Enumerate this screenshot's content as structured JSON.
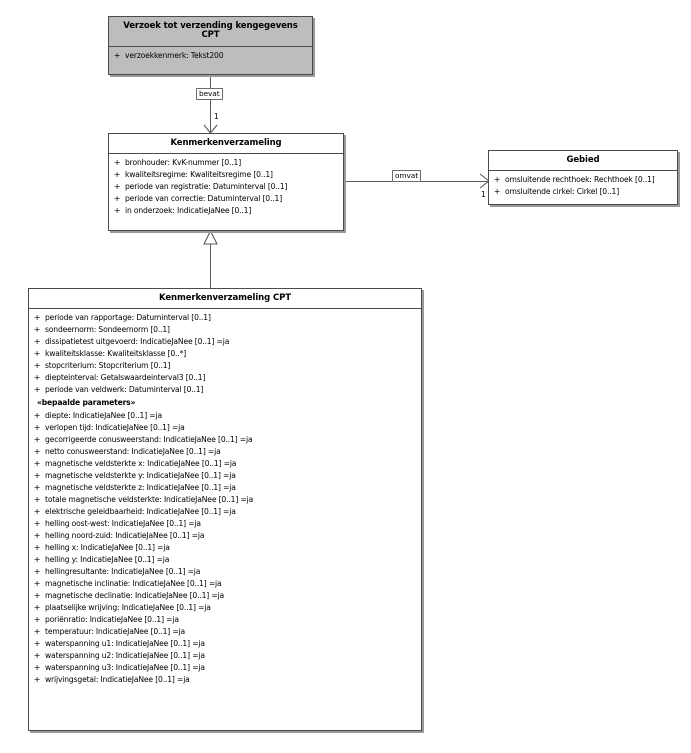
{
  "diagram": {
    "type": "uml-class-diagram",
    "classes": [
      {
        "id": "verzoek",
        "name": "Verzoek tot verzending kengegevens CPT",
        "shaded": true,
        "attributes": [
          {
            "visibility": "+",
            "text": "verzoekkenmerk: Tekst200"
          }
        ]
      },
      {
        "id": "kenmerkenverzameling",
        "name": "Kenmerkenverzameling",
        "shaded": false,
        "attributes": [
          {
            "visibility": "+",
            "text": "bronhouder: KvK-nummer [0..1]"
          },
          {
            "visibility": "+",
            "text": "kwaliteitsregime: Kwaliteitsregime [0..1]"
          },
          {
            "visibility": "+",
            "text": "periode van registratie: Datuminterval [0..1]"
          },
          {
            "visibility": "+",
            "text": "periode van correctie: Datuminterval [0..1]"
          },
          {
            "visibility": "+",
            "text": "in onderzoek: IndicatieJaNee [0..1]"
          }
        ]
      },
      {
        "id": "gebied",
        "name": "Gebied",
        "shaded": false,
        "attributes": [
          {
            "visibility": "+",
            "text": "omsluitende rechthoek: Rechthoek [0..1]"
          },
          {
            "visibility": "+",
            "text": "omsluitende cirkel: Cirkel [0..1]"
          }
        ]
      },
      {
        "id": "kenmerkenverzameling-cpt",
        "name": "Kenmerkenverzameling CPT",
        "shaded": false,
        "attributes": [
          {
            "visibility": "+",
            "text": "periode van rapportage: Datuminterval [0..1]"
          },
          {
            "visibility": "+",
            "text": "sondeernorm: Sondeernorm [0..1]"
          },
          {
            "visibility": "+",
            "text": "dissipatietest uitgevoerd: IndicatieJaNee [0..1] =ja"
          },
          {
            "visibility": "+",
            "text": "kwaliteitsklasse: Kwaliteitsklasse [0..*]"
          },
          {
            "visibility": "+",
            "text": "stopcriterium: Stopcriterium [0..1]"
          },
          {
            "visibility": "+",
            "text": "diepteinterval: Getalswaardeinterval3 [0..1]"
          },
          {
            "visibility": "+",
            "text": "periode van veldwerk: Datuminterval [0..1]"
          }
        ],
        "stereotype": "«bepaalde parameters»",
        "stereotype_attributes": [
          {
            "visibility": "+",
            "text": "diepte: IndicatieJaNee [0..1] =ja"
          },
          {
            "visibility": "+",
            "text": "verlopen tijd: IndicatieJaNee [0..1] =ja"
          },
          {
            "visibility": "+",
            "text": "gecorrigeerde conusweerstand: IndicatieJaNee [0..1] =ja"
          },
          {
            "visibility": "+",
            "text": "netto conusweerstand: IndicatieJaNee [0..1] =ja"
          },
          {
            "visibility": "+",
            "text": "magnetische veldsterkte x: IndicatieJaNee [0..1] =ja"
          },
          {
            "visibility": "+",
            "text": "magnetische veldsterkte y: IndicatieJaNee [0..1] =ja"
          },
          {
            "visibility": "+",
            "text": "magnetische veldsterkte z: IndicatieJaNee [0..1] =ja"
          },
          {
            "visibility": "+",
            "text": "totale magnetische veldsterkte: IndicatieJaNee [0..1] =ja"
          },
          {
            "visibility": "+",
            "text": "elektrische geleidbaarheid: IndicatieJaNee [0..1] =ja"
          },
          {
            "visibility": "+",
            "text": "helling oost-west: IndicatieJaNee [0..1] =ja"
          },
          {
            "visibility": "+",
            "text": "helling noord-zuid: IndicatieJaNee [0..1] =ja"
          },
          {
            "visibility": "+",
            "text": "helling x: IndicatieJaNee [0..1] =ja"
          },
          {
            "visibility": "+",
            "text": "helling y: IndicatieJaNee [0..1] =ja"
          },
          {
            "visibility": "+",
            "text": "hellingresultante: IndicatieJaNee [0..1] =ja"
          },
          {
            "visibility": "+",
            "text": "magnetische inclinatie: IndicatieJaNee [0..1] =ja"
          },
          {
            "visibility": "+",
            "text": "magnetische declinatie: IndicatieJaNee [0..1] =ja"
          },
          {
            "visibility": "+",
            "text": "plaatselijke wrijving: IndicatieJaNee [0..1] =ja"
          },
          {
            "visibility": "+",
            "text": "poriënratio: IndicatieJaNee [0..1] =ja"
          },
          {
            "visibility": "+",
            "text": "temperatuur: IndicatieJaNee [0..1] =ja"
          },
          {
            "visibility": "+",
            "text": "waterspanning u1: IndicatieJaNee [0..1] =ja"
          },
          {
            "visibility": "+",
            "text": "waterspanning u2: IndicatieJaNee [0..1] =ja"
          },
          {
            "visibility": "+",
            "text": "waterspanning u3: IndicatieJaNee [0..1] =ja"
          },
          {
            "visibility": "+",
            "text": "wrijvingsgetal: IndicatieJaNee [0..1] =ja"
          }
        ]
      }
    ],
    "relationships": [
      {
        "id": "bevat",
        "label": "bevat",
        "source_multiplicity": "",
        "target_multiplicity": "1",
        "kind": "association"
      },
      {
        "id": "omvat",
        "label": "omvat",
        "source_multiplicity": "",
        "target_multiplicity": "1",
        "kind": "association"
      },
      {
        "id": "generalization",
        "label": "",
        "kind": "generalization"
      }
    ],
    "colors": {
      "shaded_fill": "#bdbdbd",
      "plain_fill": "#ffffff",
      "border": "#4a4a4a",
      "line": "#5a5a5a",
      "shadow": "#9a9a9a"
    }
  }
}
